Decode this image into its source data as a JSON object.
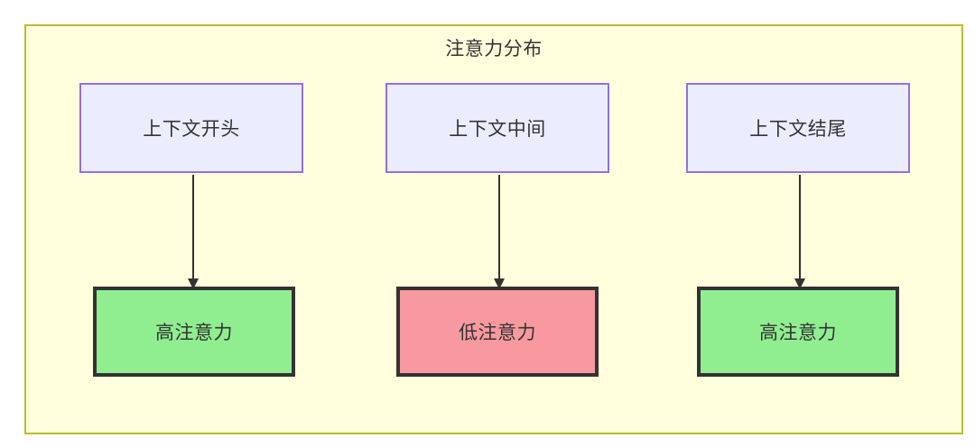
{
  "diagram": {
    "title": "注意力分布",
    "container": {
      "fill": "#ffffdd",
      "border": "#bbbb33"
    },
    "top_row": [
      {
        "id": "context-start",
        "label": "上下文开头",
        "fill": "#ececff",
        "border": "#9370db"
      },
      {
        "id": "context-middle",
        "label": "上下文中间",
        "fill": "#ececff",
        "border": "#9370db"
      },
      {
        "id": "context-end",
        "label": "上下文结尾",
        "fill": "#ececff",
        "border": "#9370db"
      }
    ],
    "bottom_row": [
      {
        "id": "attention-high-start",
        "label": "高注意力",
        "fill": "#90ee90",
        "border": "#333333"
      },
      {
        "id": "attention-low-middle",
        "label": "低注意力",
        "fill": "#f8999f",
        "border": "#333333"
      },
      {
        "id": "attention-high-end",
        "label": "高注意力",
        "fill": "#90ee90",
        "border": "#333333"
      }
    ],
    "edges": [
      {
        "from": "context-start",
        "to": "attention-high-start",
        "label": ""
      },
      {
        "from": "context-middle",
        "to": "attention-low-middle",
        "label": ""
      },
      {
        "from": "context-end",
        "to": "attention-high-end",
        "label": ""
      }
    ]
  }
}
